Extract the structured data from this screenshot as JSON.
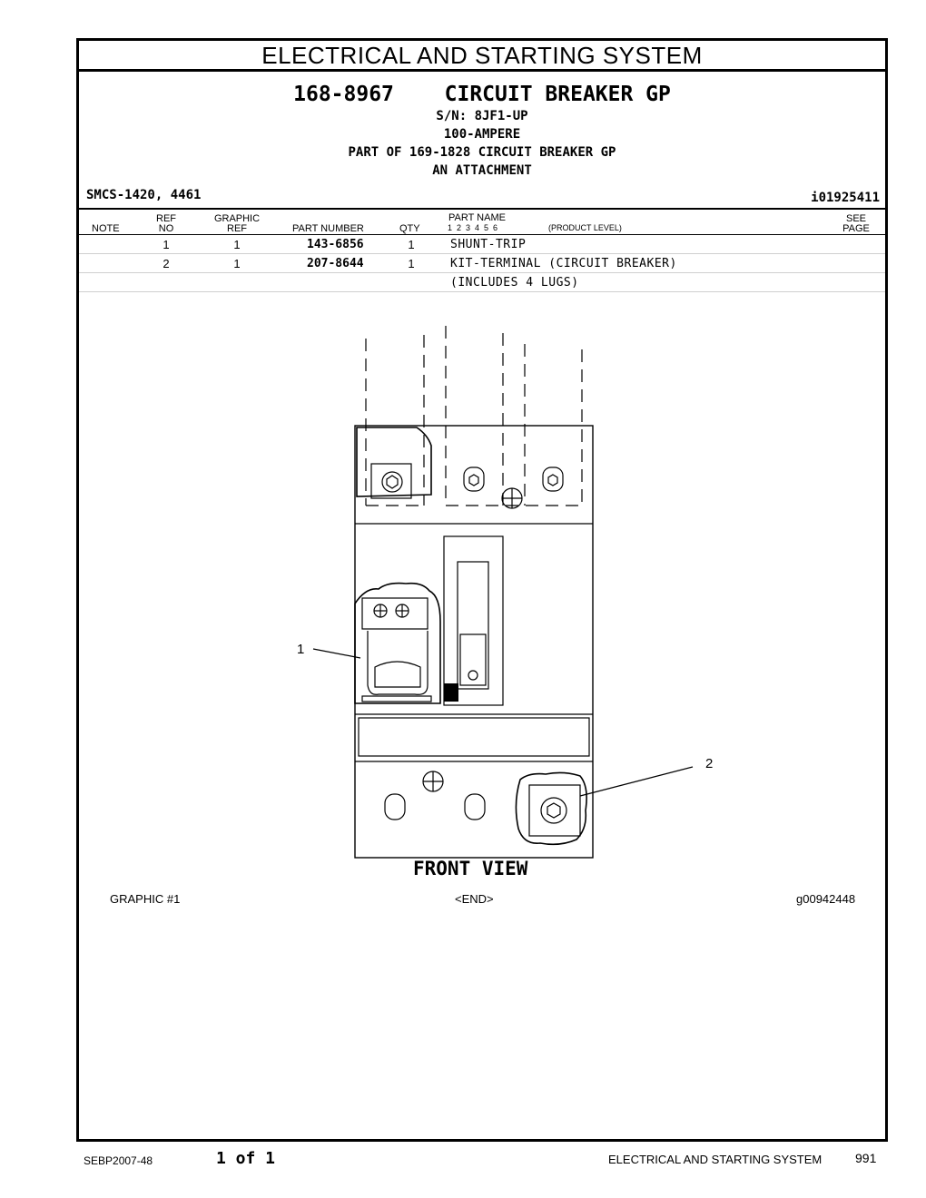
{
  "page": {
    "section_title": "ELECTRICAL AND STARTING SYSTEM",
    "part_number": "168-8967",
    "part_title": "CIRCUIT BREAKER GP",
    "serial": "S/N: 8JF1-UP",
    "rating": "100-AMPERE",
    "part_of": "PART OF 169-1828 CIRCUIT BREAKER GP",
    "attachment": "AN ATTACHMENT",
    "smcs": "SMCS-1420, 4461",
    "illustration_id": "i01925411"
  },
  "table": {
    "headers": {
      "note": "NOTE",
      "ref_top": "REF",
      "ref_bottom": "NO",
      "graphic_top": "GRAPHIC",
      "graphic_bottom": "REF",
      "part_number": "PART NUMBER",
      "qty": "QTY",
      "part_name": "PART NAME",
      "levels": "1  2  3  4  5  6",
      "product_level": "(PRODUCT LEVEL)",
      "see_top": "SEE",
      "see_bottom": "PAGE"
    },
    "rows": [
      {
        "ref": "1",
        "graphic": "1",
        "part_number": "143-6856",
        "qty": "1",
        "name": "SHUNT-TRIP"
      },
      {
        "ref": "2",
        "graphic": "1",
        "part_number": "207-8644",
        "qty": "1",
        "name": "KIT-TERMINAL (CIRCUIT BREAKER)"
      },
      {
        "ref": "",
        "graphic": "",
        "part_number": "",
        "qty": "",
        "name": "(INCLUDES 4 LUGS)"
      }
    ]
  },
  "graphic": {
    "callout_1": "1",
    "callout_2": "2",
    "view_label": "FRONT VIEW",
    "graphic_label": "GRAPHIC #1",
    "end_marker": "<END>",
    "graphic_id": "g00942448"
  },
  "footer": {
    "doc_id": "SEBP2007-48",
    "page_of": "1 of 1",
    "section": "ELECTRICAL AND STARTING SYSTEM",
    "page_number": "991"
  }
}
